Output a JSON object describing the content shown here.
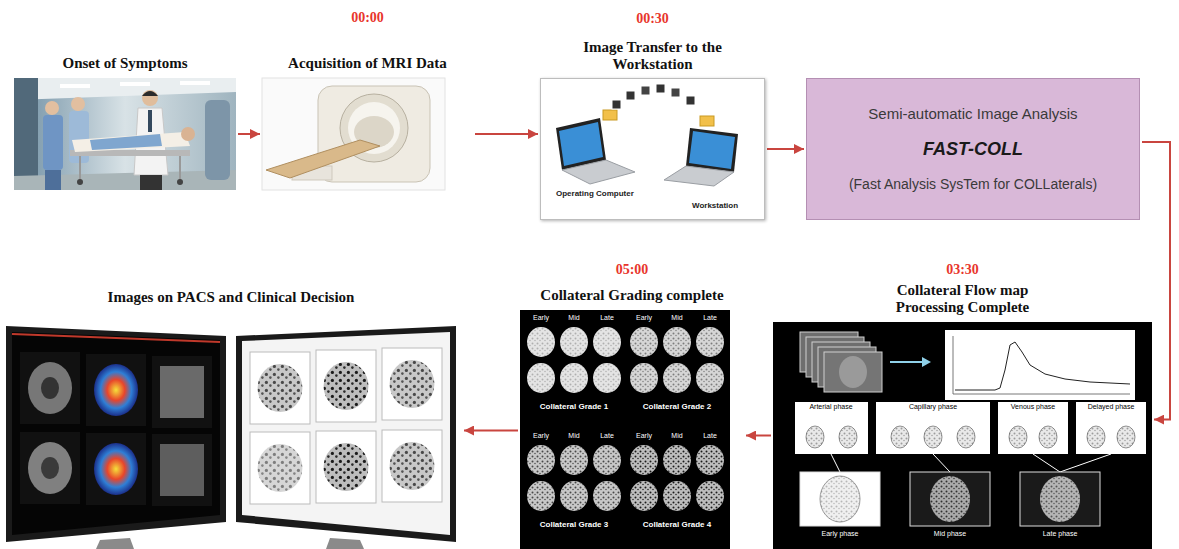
{
  "diagram": {
    "nodes": [
      {
        "text": [
          "Onset of Symptoms"
        ]
      },
      {
        "text": [
          "00:00",
          "Acquisition of MRI Data"
        ]
      },
      {
        "text": [
          "00:30",
          "Image Transfer to the Workstation",
          "Operating Computer",
          "Workstation"
        ]
      },
      {
        "text": [
          "Semi-automatic Image Analysis",
          "FAST-COLL",
          "(Fast Analysis SysTem for COLLaterals)"
        ]
      },
      {
        "text": [
          "03:30",
          "Collateral Flow map Processing Complete",
          "Arterial phase",
          "Capillary phase",
          "Venous phase",
          "Delayed phase",
          "Early phase",
          "Mid phase",
          "Late phase"
        ]
      },
      {
        "text": [
          "05:00",
          "Collateral Grading complete",
          "Early",
          "Mid",
          "Late",
          "Collateral Grade 1",
          "Early",
          "Mid",
          "Late",
          "Collateral Grade 2",
          "Early",
          "Mid",
          "Late",
          "Collateral Grade 3",
          "Early",
          "Mid",
          "Late",
          "Collateral Grade 4"
        ]
      },
      {
        "text": [
          "Images on PACS and Clinical Decision"
        ]
      }
    ],
    "edges": [
      {
        "from": 0,
        "to": 1,
        "arrow": "to"
      },
      {
        "from": 1,
        "to": 2,
        "arrow": "to"
      },
      {
        "from": 2,
        "to": 3,
        "arrow": "to"
      },
      {
        "from": 3,
        "to": 4,
        "arrow": "to"
      },
      {
        "from": 4,
        "to": 5,
        "arrow": "to"
      },
      {
        "from": 5,
        "to": 6,
        "arrow": "to"
      }
    ]
  }
}
